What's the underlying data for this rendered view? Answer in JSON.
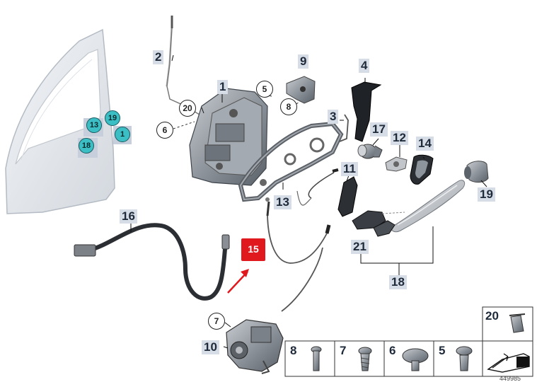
{
  "callouts": {
    "c1": "1",
    "c2": "2",
    "c3": "3",
    "c4": "4",
    "c9": "9",
    "c11": "11",
    "c12": "12",
    "c13": "13",
    "c14": "14",
    "c16": "16",
    "c17": "17",
    "c18": "18",
    "c19": "19",
    "c21": "21",
    "c10": "10"
  },
  "circle_refs": {
    "r5": "5",
    "r6": "6",
    "r7": "7",
    "r8": "8",
    "r20": "20"
  },
  "door_refs": {
    "d13": "13",
    "d19": "19",
    "d1": "1",
    "d18": "18"
  },
  "highlight": {
    "label": "15",
    "color": "#e0191f"
  },
  "fastener_table": {
    "cells": [
      "8",
      "7",
      "6",
      "5"
    ],
    "top_cell": "20"
  },
  "diagram_code": "449985",
  "colors": {
    "callout_bg": "#d7dde6",
    "teal": "#3bbfc4",
    "part_grey": "#8a8f96"
  }
}
